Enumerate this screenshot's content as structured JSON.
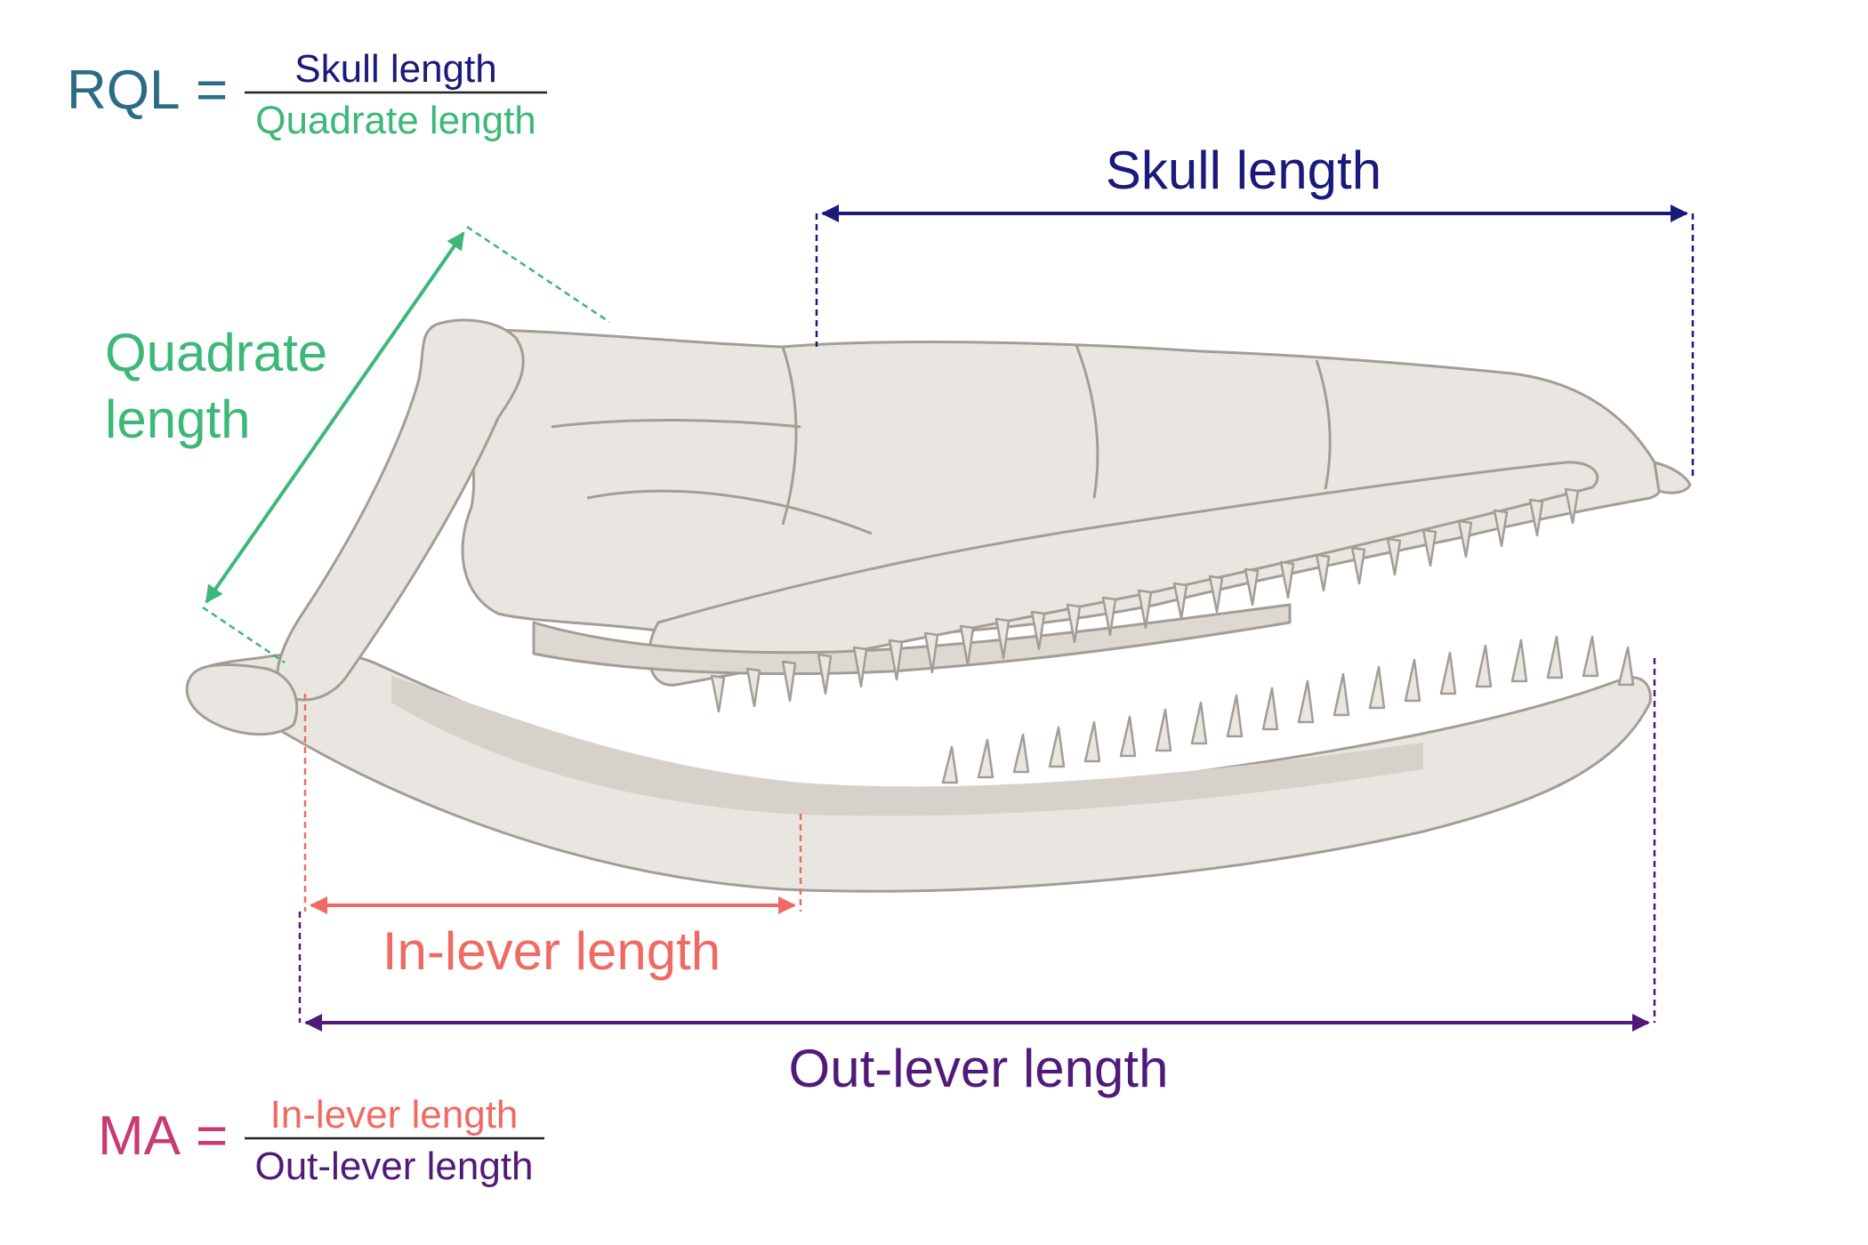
{
  "formulas": {
    "rql": {
      "lhs": "RQL",
      "equals": "=",
      "numerator": "Skull length",
      "denominator": "Quadrate length"
    },
    "ma": {
      "lhs": "MA",
      "equals": "=",
      "numerator": "In-lever length",
      "denominator": "Out-lever length"
    }
  },
  "measurements": {
    "skull_length": "Skull length",
    "quadrate_length_line1": "Quadrate",
    "quadrate_length_line2": "length",
    "in_lever_length": "In-lever length",
    "out_lever_length": "Out-lever length"
  },
  "colors": {
    "rql": "#2b6b86",
    "skull": "#1a1a7a",
    "quadrate": "#3cb878",
    "in_lever": "#ef6a63",
    "out_lever": "#4f1a78",
    "ma": "#c93a74",
    "bone": "#e9e6e2",
    "bone_shade": "#c9c4bd",
    "bone_line": "#a39d95"
  }
}
